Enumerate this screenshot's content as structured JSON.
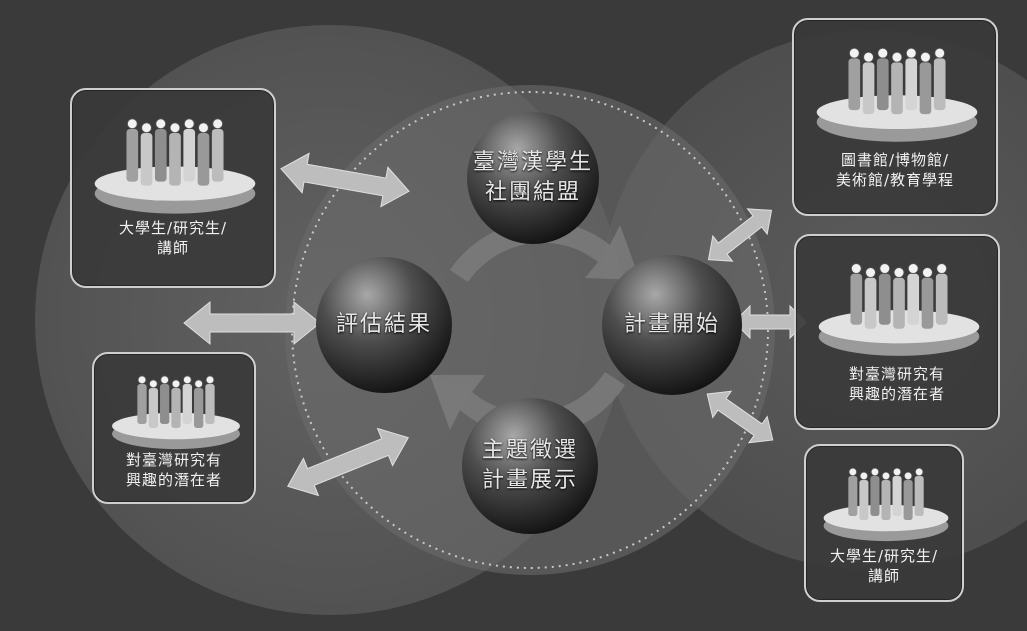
{
  "center_nodes": {
    "top": {
      "line1": "臺灣漢學生",
      "line2": "社團結盟"
    },
    "left": {
      "line1": "評估結果",
      "line2": ""
    },
    "right": {
      "line1": "計畫開始",
      "line2": ""
    },
    "bottom": {
      "line1": "主題徵選",
      "line2": "計畫展示"
    }
  },
  "audiences": {
    "left_top": {
      "line1": "大學生/研究生/",
      "line2": "講師"
    },
    "left_bottom": {
      "line1": "對臺灣研究有",
      "line2": "興趣的潛在者"
    },
    "right_top": {
      "line1": "圖書館/博物館/",
      "line2": "美術館/教育學程"
    },
    "right_middle": {
      "line1": "對臺灣研究有",
      "line2": "興趣的潛在者"
    },
    "right_bottom": {
      "line1": "大學生/研究生/",
      "line2": "講師"
    }
  },
  "icons": {
    "people": "people-group-icon",
    "arrow": "double-arrow-icon"
  },
  "colors": {
    "background": "#3a3a3a",
    "box_border": "#cfcfcf",
    "arrow_fill": "#bdbdbd",
    "sphere": "#4a4a4a",
    "text": "#f1f1f1"
  }
}
